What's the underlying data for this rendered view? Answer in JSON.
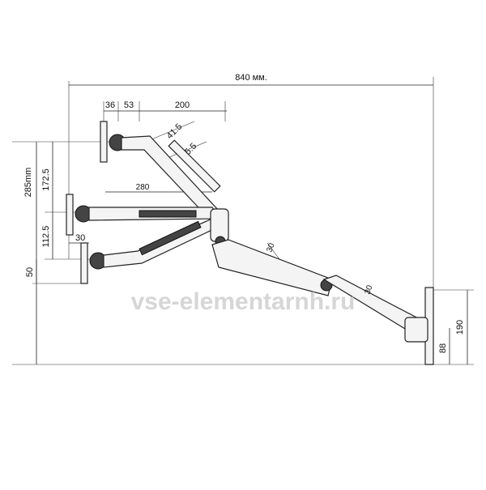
{
  "diagram": {
    "total_width": "840 мм.",
    "dims": {
      "d36": "36",
      "d53": "53",
      "d200": "200",
      "d41_5": "41.5",
      "d55_5": "55.5",
      "d280": "280",
      "d285": "285mm",
      "d172_5": "172.5",
      "d112_5": "112.5",
      "d30_top": "30",
      "d50": "50",
      "d30_arm1": "30",
      "d30_arm2": "30",
      "d190": "190",
      "d88": "88"
    },
    "watermark": "vse-elementarnh.ru"
  }
}
